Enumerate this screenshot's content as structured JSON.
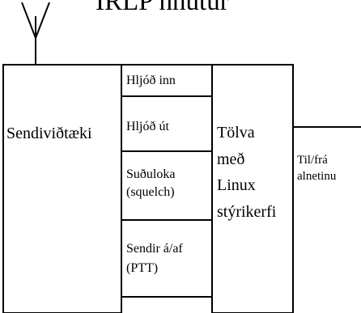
{
  "title": "IRLP hnútur",
  "transceiver": {
    "label": "Sendiviðtæki"
  },
  "signals": {
    "audio_in": "Hljóð inn",
    "audio_out": "Hljóð út",
    "squelch_line1": "Suðuloka",
    "squelch_line2": "(squelch)",
    "ptt_line1": "Sendir á/af",
    "ptt_line2": "(PTT)"
  },
  "computer": {
    "line1": "Tölva",
    "line2": "með",
    "line3": "Linux",
    "line4": "stýrikerfi"
  },
  "internet": {
    "line1": "Til/frá",
    "line2": "alnetinu"
  }
}
